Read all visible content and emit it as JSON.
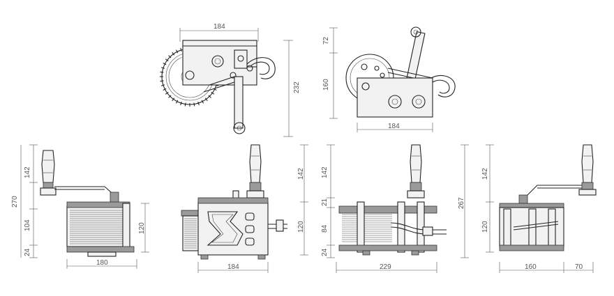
{
  "dimensions": {
    "top_front_width": "184",
    "top_front_height": "232",
    "top_side_crank": "72",
    "top_side_body": "160",
    "top_side_width": "184",
    "v1_total": "270",
    "v1_crank": "142",
    "v1_drum": "104",
    "v1_base": "24",
    "v1_height": "120",
    "v1_width": "180",
    "v2_crank": "142",
    "v2_height": "120",
    "v2_width": "184",
    "v3_crank": "142",
    "v3_gap": "21",
    "v3_drum": "84",
    "v3_base": "24",
    "v3_total": "267",
    "v3_width": "229",
    "v4_crank": "142",
    "v4_height": "120",
    "v4_width": "160",
    "v4_offset": "70"
  }
}
